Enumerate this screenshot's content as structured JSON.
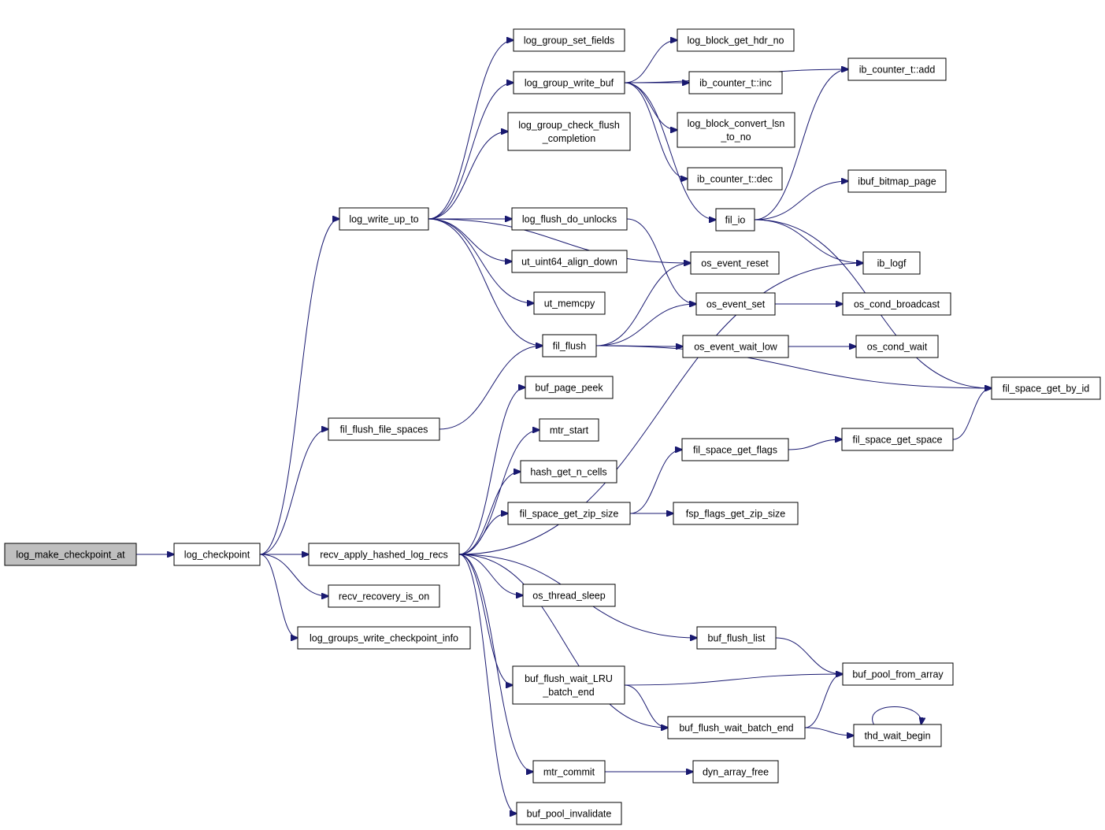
{
  "graph": {
    "nodes": [
      {
        "id": "n_lmca",
        "lines": [
          "log_make_checkpoint_at"
        ],
        "root": true
      },
      {
        "id": "n_lcp",
        "lines": [
          "log_checkpoint"
        ]
      },
      {
        "id": "n_lwut",
        "lines": [
          "log_write_up_to"
        ]
      },
      {
        "id": "n_fffs",
        "lines": [
          "fil_flush_file_spaces"
        ]
      },
      {
        "id": "n_rahl",
        "lines": [
          "recv_apply_hashed_log_recs"
        ]
      },
      {
        "id": "n_rrio",
        "lines": [
          "recv_recovery_is_on"
        ]
      },
      {
        "id": "n_lgwci",
        "lines": [
          "log_groups_write_checkpoint_info"
        ]
      },
      {
        "id": "n_lgsf",
        "lines": [
          "log_group_set_fields"
        ]
      },
      {
        "id": "n_lgwb",
        "lines": [
          "log_group_write_buf"
        ]
      },
      {
        "id": "n_lgcfc",
        "lines": [
          "log_group_check_flush",
          "_completion"
        ]
      },
      {
        "id": "n_lfdu",
        "lines": [
          "log_flush_do_unlocks"
        ]
      },
      {
        "id": "n_ut64",
        "lines": [
          "ut_uint64_align_down"
        ]
      },
      {
        "id": "n_utm",
        "lines": [
          "ut_memcpy"
        ]
      },
      {
        "id": "n_ff",
        "lines": [
          "fil_flush"
        ]
      },
      {
        "id": "n_bpp",
        "lines": [
          "buf_page_peek"
        ]
      },
      {
        "id": "n_mtrs",
        "lines": [
          "mtr_start"
        ]
      },
      {
        "id": "n_hgnc",
        "lines": [
          "hash_get_n_cells"
        ]
      },
      {
        "id": "n_fsgzs",
        "lines": [
          "fil_space_get_zip_size"
        ]
      },
      {
        "id": "n_ots",
        "lines": [
          "os_thread_sleep"
        ]
      },
      {
        "id": "n_bfwlbe",
        "lines": [
          "buf_flush_wait_LRU",
          "_batch_end"
        ]
      },
      {
        "id": "n_mtrc",
        "lines": [
          "mtr_commit"
        ]
      },
      {
        "id": "n_bpi",
        "lines": [
          "buf_pool_invalidate"
        ]
      },
      {
        "id": "n_lbghn",
        "lines": [
          "log_block_get_hdr_no"
        ]
      },
      {
        "id": "n_ibinc",
        "lines": [
          "ib_counter_t::inc"
        ]
      },
      {
        "id": "n_lbcl",
        "lines": [
          "log_block_convert_lsn",
          "_to_no"
        ]
      },
      {
        "id": "n_ibdec",
        "lines": [
          "ib_counter_t::dec"
        ]
      },
      {
        "id": "n_fio",
        "lines": [
          "fil_io"
        ]
      },
      {
        "id": "n_oer",
        "lines": [
          "os_event_reset"
        ]
      },
      {
        "id": "n_oes",
        "lines": [
          "os_event_set"
        ]
      },
      {
        "id": "n_oewl",
        "lines": [
          "os_event_wait_low"
        ]
      },
      {
        "id": "n_fsgf",
        "lines": [
          "fil_space_get_flags"
        ]
      },
      {
        "id": "n_ffgzs",
        "lines": [
          "fsp_flags_get_zip_size"
        ]
      },
      {
        "id": "n_bfl",
        "lines": [
          "buf_flush_list"
        ]
      },
      {
        "id": "n_bfwbe",
        "lines": [
          "buf_flush_wait_batch_end"
        ]
      },
      {
        "id": "n_daf",
        "lines": [
          "dyn_array_free"
        ]
      },
      {
        "id": "n_ibadd",
        "lines": [
          "ib_counter_t::add"
        ]
      },
      {
        "id": "n_ibp",
        "lines": [
          "ibuf_bitmap_page"
        ]
      },
      {
        "id": "n_iblogf",
        "lines": [
          "ib_logf"
        ]
      },
      {
        "id": "n_ocb",
        "lines": [
          "os_cond_broadcast"
        ]
      },
      {
        "id": "n_ocw",
        "lines": [
          "os_cond_wait"
        ]
      },
      {
        "id": "n_fsgbi",
        "lines": [
          "fil_space_get_by_id"
        ]
      },
      {
        "id": "n_fsgs",
        "lines": [
          "fil_space_get_space"
        ]
      },
      {
        "id": "n_bpfa",
        "lines": [
          "buf_pool_from_array"
        ]
      },
      {
        "id": "n_twb",
        "lines": [
          "thd_wait_begin"
        ]
      }
    ],
    "edges": [
      [
        "n_lmca",
        "n_lcp"
      ],
      [
        "n_lcp",
        "n_lwut"
      ],
      [
        "n_lcp",
        "n_fffs"
      ],
      [
        "n_lcp",
        "n_rahl"
      ],
      [
        "n_lcp",
        "n_rrio"
      ],
      [
        "n_lcp",
        "n_lgwci"
      ],
      [
        "n_lwut",
        "n_lgsf"
      ],
      [
        "n_lwut",
        "n_lgwb"
      ],
      [
        "n_lwut",
        "n_lgcfc"
      ],
      [
        "n_lwut",
        "n_lfdu"
      ],
      [
        "n_lwut",
        "n_ut64"
      ],
      [
        "n_lwut",
        "n_utm"
      ],
      [
        "n_lwut",
        "n_ff"
      ],
      [
        "n_lwut",
        "n_oer"
      ],
      [
        "n_fffs",
        "n_ff"
      ],
      [
        "n_rahl",
        "n_bpp"
      ],
      [
        "n_rahl",
        "n_mtrs"
      ],
      [
        "n_rahl",
        "n_hgnc"
      ],
      [
        "n_rahl",
        "n_fsgzs"
      ],
      [
        "n_rahl",
        "n_ots"
      ],
      [
        "n_rahl",
        "n_bfl"
      ],
      [
        "n_rahl",
        "n_bfwlbe"
      ],
      [
        "n_rahl",
        "n_bfwbe"
      ],
      [
        "n_rahl",
        "n_mtrc"
      ],
      [
        "n_rahl",
        "n_bpi"
      ],
      [
        "n_rahl",
        "n_iblogf"
      ],
      [
        "n_lgwb",
        "n_lbghn"
      ],
      [
        "n_lgwb",
        "n_ibinc"
      ],
      [
        "n_lgwb",
        "n_lbcl"
      ],
      [
        "n_lgwb",
        "n_ibdec"
      ],
      [
        "n_lgwb",
        "n_fio"
      ],
      [
        "n_lgwb",
        "n_ibadd"
      ],
      [
        "n_lfdu",
        "n_oes"
      ],
      [
        "n_ff",
        "n_oer"
      ],
      [
        "n_ff",
        "n_oes"
      ],
      [
        "n_ff",
        "n_oewl"
      ],
      [
        "n_ff",
        "n_fsgbi"
      ],
      [
        "n_fsgzs",
        "n_fsgf"
      ],
      [
        "n_fsgzs",
        "n_ffgzs"
      ],
      [
        "n_bfl",
        "n_bpfa"
      ],
      [
        "n_bfwlbe",
        "n_bpfa"
      ],
      [
        "n_bfwlbe",
        "n_bfwbe"
      ],
      [
        "n_bfwbe",
        "n_bpfa"
      ],
      [
        "n_bfwbe",
        "n_twb"
      ],
      [
        "n_mtrc",
        "n_daf"
      ],
      [
        "n_fio",
        "n_ibadd"
      ],
      [
        "n_fio",
        "n_ibp"
      ],
      [
        "n_fio",
        "n_iblogf"
      ],
      [
        "n_fio",
        "n_fsgbi"
      ],
      [
        "n_oes",
        "n_ocb"
      ],
      [
        "n_oewl",
        "n_ocw"
      ],
      [
        "n_fsgf",
        "n_fsgs"
      ],
      [
        "n_fsgs",
        "n_fsgbi"
      ],
      [
        "n_twb",
        "n_twb"
      ]
    ]
  }
}
